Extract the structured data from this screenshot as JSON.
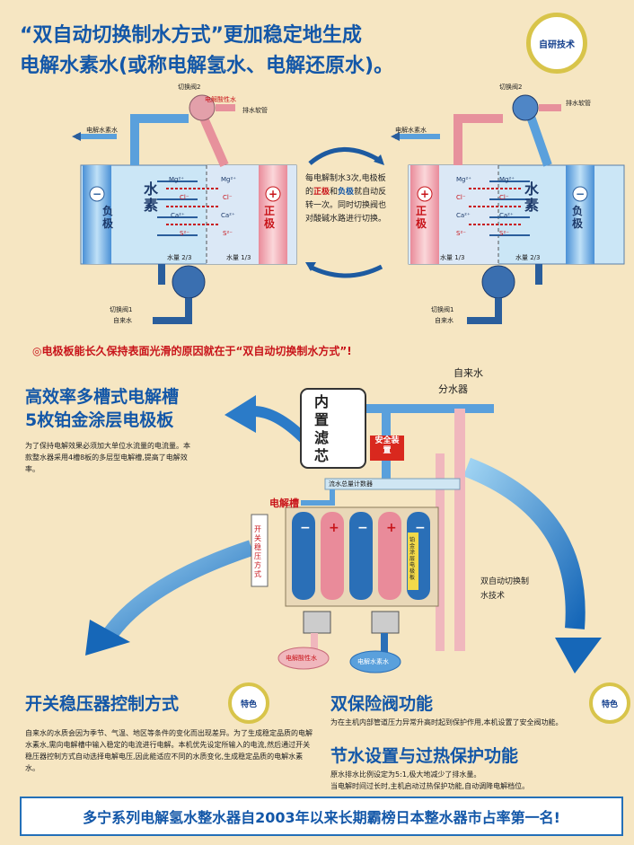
{
  "header": {
    "title_line1": "“双自动切换制水方式”更加稳定地生成",
    "title_line2": "电解水素水(或称电解氢水、电解还原水)。",
    "badge": "自研技术"
  },
  "top_diagram": {
    "left": {
      "valve2": "切换阀2",
      "acid_water": "电解酸性水",
      "drain_pipe": "排水软管",
      "hydrogen_water": "电解水素水",
      "neg_label": "负极",
      "pos_label": "正极",
      "chamber_label": "水素",
      "ions": [
        "Mg²⁺",
        "Mg²⁺",
        "Cl⁻",
        "Cl⁻",
        "Ca²⁺",
        "Ca²⁺",
        "S²⁻",
        "S²⁻"
      ],
      "water_1": "水量 2/3",
      "water_2": "水量 1/3",
      "valve1": "切换阀1",
      "tap_water": "自来水"
    },
    "right": {
      "valve2": "切换阀2",
      "drain_pipe": "排水软管",
      "hydrogen_water": "电解水素水",
      "pos_label": "正极",
      "neg_label": "负极",
      "chamber_label": "水素",
      "ions": [
        "Mg²⁺",
        "Mg²⁺",
        "Cl⁻",
        "Cl⁻",
        "Ca²⁺",
        "Ca²⁺",
        "S²⁻",
        "S²⁻"
      ],
      "water_1": "水量 1/3",
      "water_2": "水量 2/3",
      "valve1": "切换阀1",
      "tap_water": "自来水"
    },
    "center_text": {
      "p1": "每电解制水3次,",
      "p2": "电极板的",
      "pos": "正极",
      "p3": "和",
      "neg": "负极",
      "p4": "就自动反转一次。同时切换阀也对酸碱水路进行切换。"
    }
  },
  "notice": "◎电极板能长久保持表面光滑的原因就在于“双自动切换制水方式”!",
  "section1": {
    "title1": "高效率多槽式电解槽",
    "title2": "5枚铂金涂层电极板",
    "body": "为了保持电解效果必须加大单位水流量的电流量。本款整水器采用4槽8板的多层型电解槽,提高了电解效率。"
  },
  "machine": {
    "filter": "内置滤芯",
    "tap": "自来水",
    "splitter": "分水器",
    "safety": "安全装置",
    "flow_meter": "流水总量计数器",
    "cell": "电解槽",
    "regulator": "开关稳压方式",
    "auto_switch": "双自动切换制水技术",
    "platinum": "铂金涂层电极板",
    "acid_out": "电解酸性水",
    "h2_out": "电解水素水",
    "plus": "+",
    "minus": "−"
  },
  "section2": {
    "title": "开关稳压器控制方式",
    "badge": "特色",
    "body": "自来水的水质会因为季节、气温、地区等条件的变化而出现差异。为了生成稳定品质的电解水素水,需向电解槽中输入稳定的电流进行电解。本机优先设定所输入的电流,然后通过开关稳压器控制方式自动选择电解电压,因此能适应不同的水质变化,生成稳定品质的电解水素水。"
  },
  "section3": {
    "title": "双保险阀功能",
    "body": "为在主机内部管道压力异常升高时起到保护作用,本机设置了安全阀功能。",
    "badge": "特色"
  },
  "section4": {
    "title": "节水设置与过热保护功能",
    "body1": "原水排水比例设定为5:1,极大地减少了排水量。",
    "body2": "当电解时间过长时,主机启动过热保护功能,自动调降电解档位。"
  },
  "footer": "多宁系列电解氢水整水器自2003年以来长期霸榜日本整水器市占率第一名!",
  "colors": {
    "accent_blue": "#1357a8",
    "red": "#c8141a",
    "pink": "#f3b7b4",
    "light_blue": "#8fc8ea",
    "background": "#f6e6c2"
  }
}
